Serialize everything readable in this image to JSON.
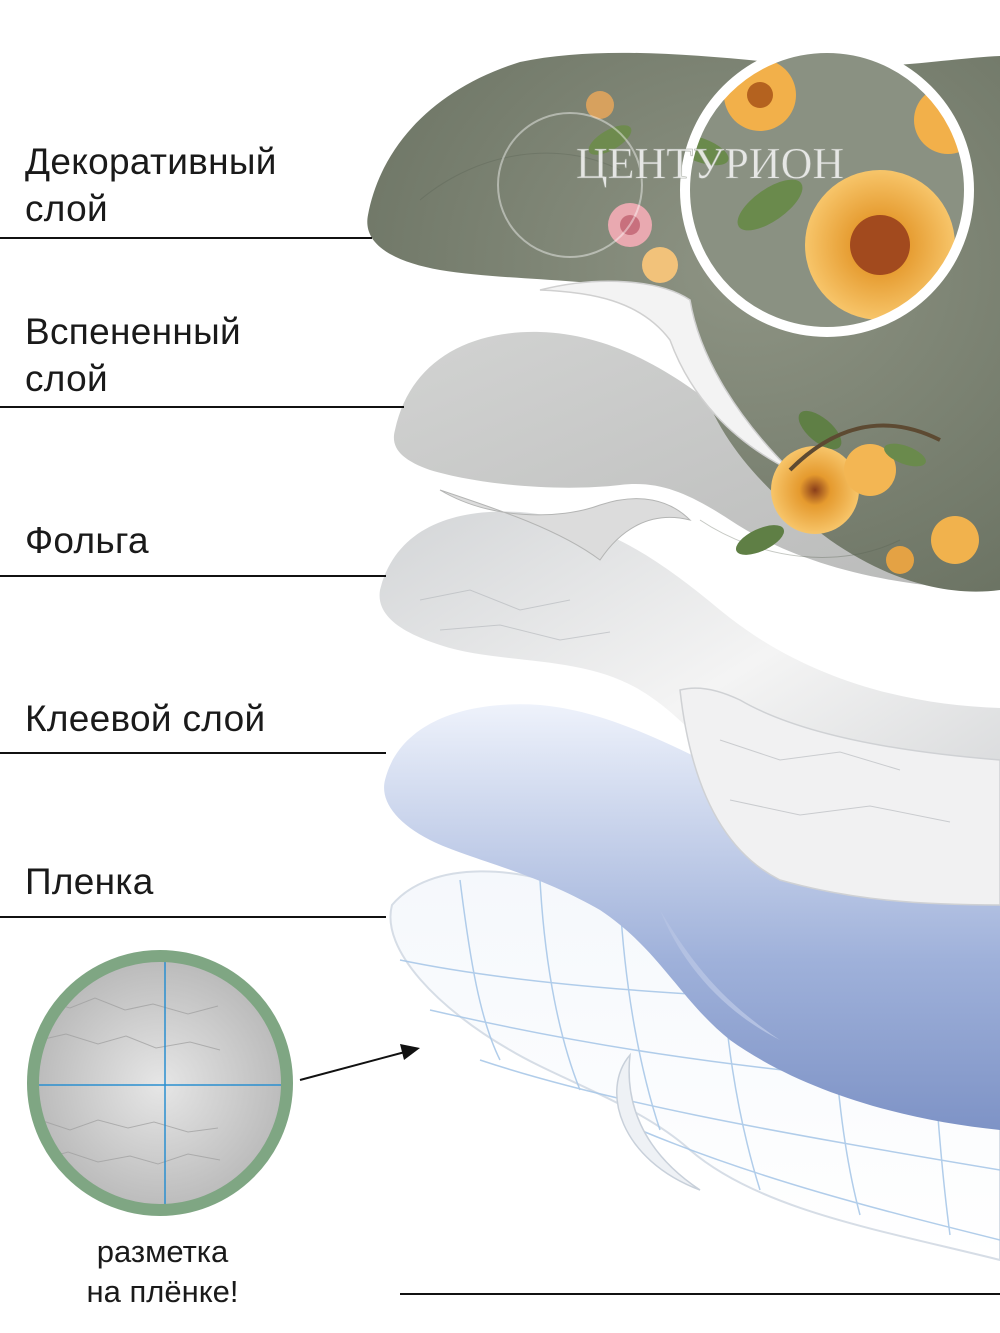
{
  "layers": [
    {
      "label": "Декоративный\nслой"
    },
    {
      "label": "Вспененный\nслой"
    },
    {
      "label": "Фольга"
    },
    {
      "label": "Клеевой слой"
    },
    {
      "label": "Пленка"
    }
  ],
  "brand_watermark": "ЦЕНТУРИОН",
  "marking_note": "разметка\nна плёнке!",
  "colors": {
    "decor_green": "#7b8272",
    "flower_orange": "#f2a93b",
    "foam_gray": "#c6c7c6",
    "foil_silver": "#e4e5e6",
    "adhesive_blue": "#8296c8",
    "film_grid": "#a9c8e8",
    "inset_ring": "#7fa683"
  },
  "icons": [
    "flower-ornament",
    "magnifier-circle",
    "arrow-right-icon"
  ]
}
